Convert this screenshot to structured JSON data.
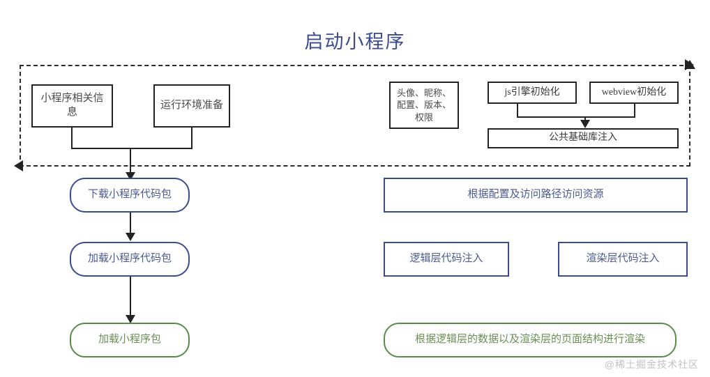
{
  "diagram": {
    "title": "启动小程序",
    "watermark": "@稀土掘金技术社区",
    "colors": {
      "title": "#3c4a8e",
      "blue": "#3b4b91",
      "blue_text": "#4d5a93",
      "green": "#588c46",
      "green_text": "#6c8f55",
      "black": "#232323",
      "dashed": "#2b2b2b",
      "watermark": "#c2c2c2"
    },
    "dashed_group": {
      "name": "preparation-phase",
      "left_column": [
        {
          "id": "mini-program-info",
          "label": "小程序相关信息",
          "style": "black"
        },
        {
          "id": "runtime-env-prep",
          "label": "运行环境准备",
          "style": "black"
        }
      ],
      "right_column": [
        {
          "id": "user-profile-config",
          "label": "头像、昵称、配置、版本、权限",
          "style": "black"
        },
        {
          "id": "js-engine-init",
          "label": "js引擎初始化",
          "style": "black-sm"
        },
        {
          "id": "webview-init",
          "label": "webview初始化",
          "style": "black-sm"
        },
        {
          "id": "common-base-lib-inject",
          "label": "公共基础库注入",
          "style": "black-sm"
        }
      ]
    },
    "left_flow": [
      {
        "id": "download-code-package",
        "label": "下载小程序代码包",
        "style": "blue-round"
      },
      {
        "id": "load-code-package",
        "label": "加载小程序代码包",
        "style": "blue-round"
      },
      {
        "id": "load-mini-program-package",
        "label": "加载小程序包",
        "style": "green-round"
      }
    ],
    "right_flow": [
      {
        "id": "access-resource-by-config-path",
        "label": "根据配置及访问路径访问资源",
        "style": "blue-rect"
      },
      {
        "id": "logic-layer-code-inject",
        "label": "逻辑层代码注入",
        "style": "blue-rect"
      },
      {
        "id": "render-layer-code-inject",
        "label": "渲染层代码注入",
        "style": "blue-rect"
      },
      {
        "id": "render-with-logic-and-view",
        "label": "根据逻辑层的数据以及渲染层的页面结构进行渲染",
        "style": "green-round"
      }
    ]
  }
}
